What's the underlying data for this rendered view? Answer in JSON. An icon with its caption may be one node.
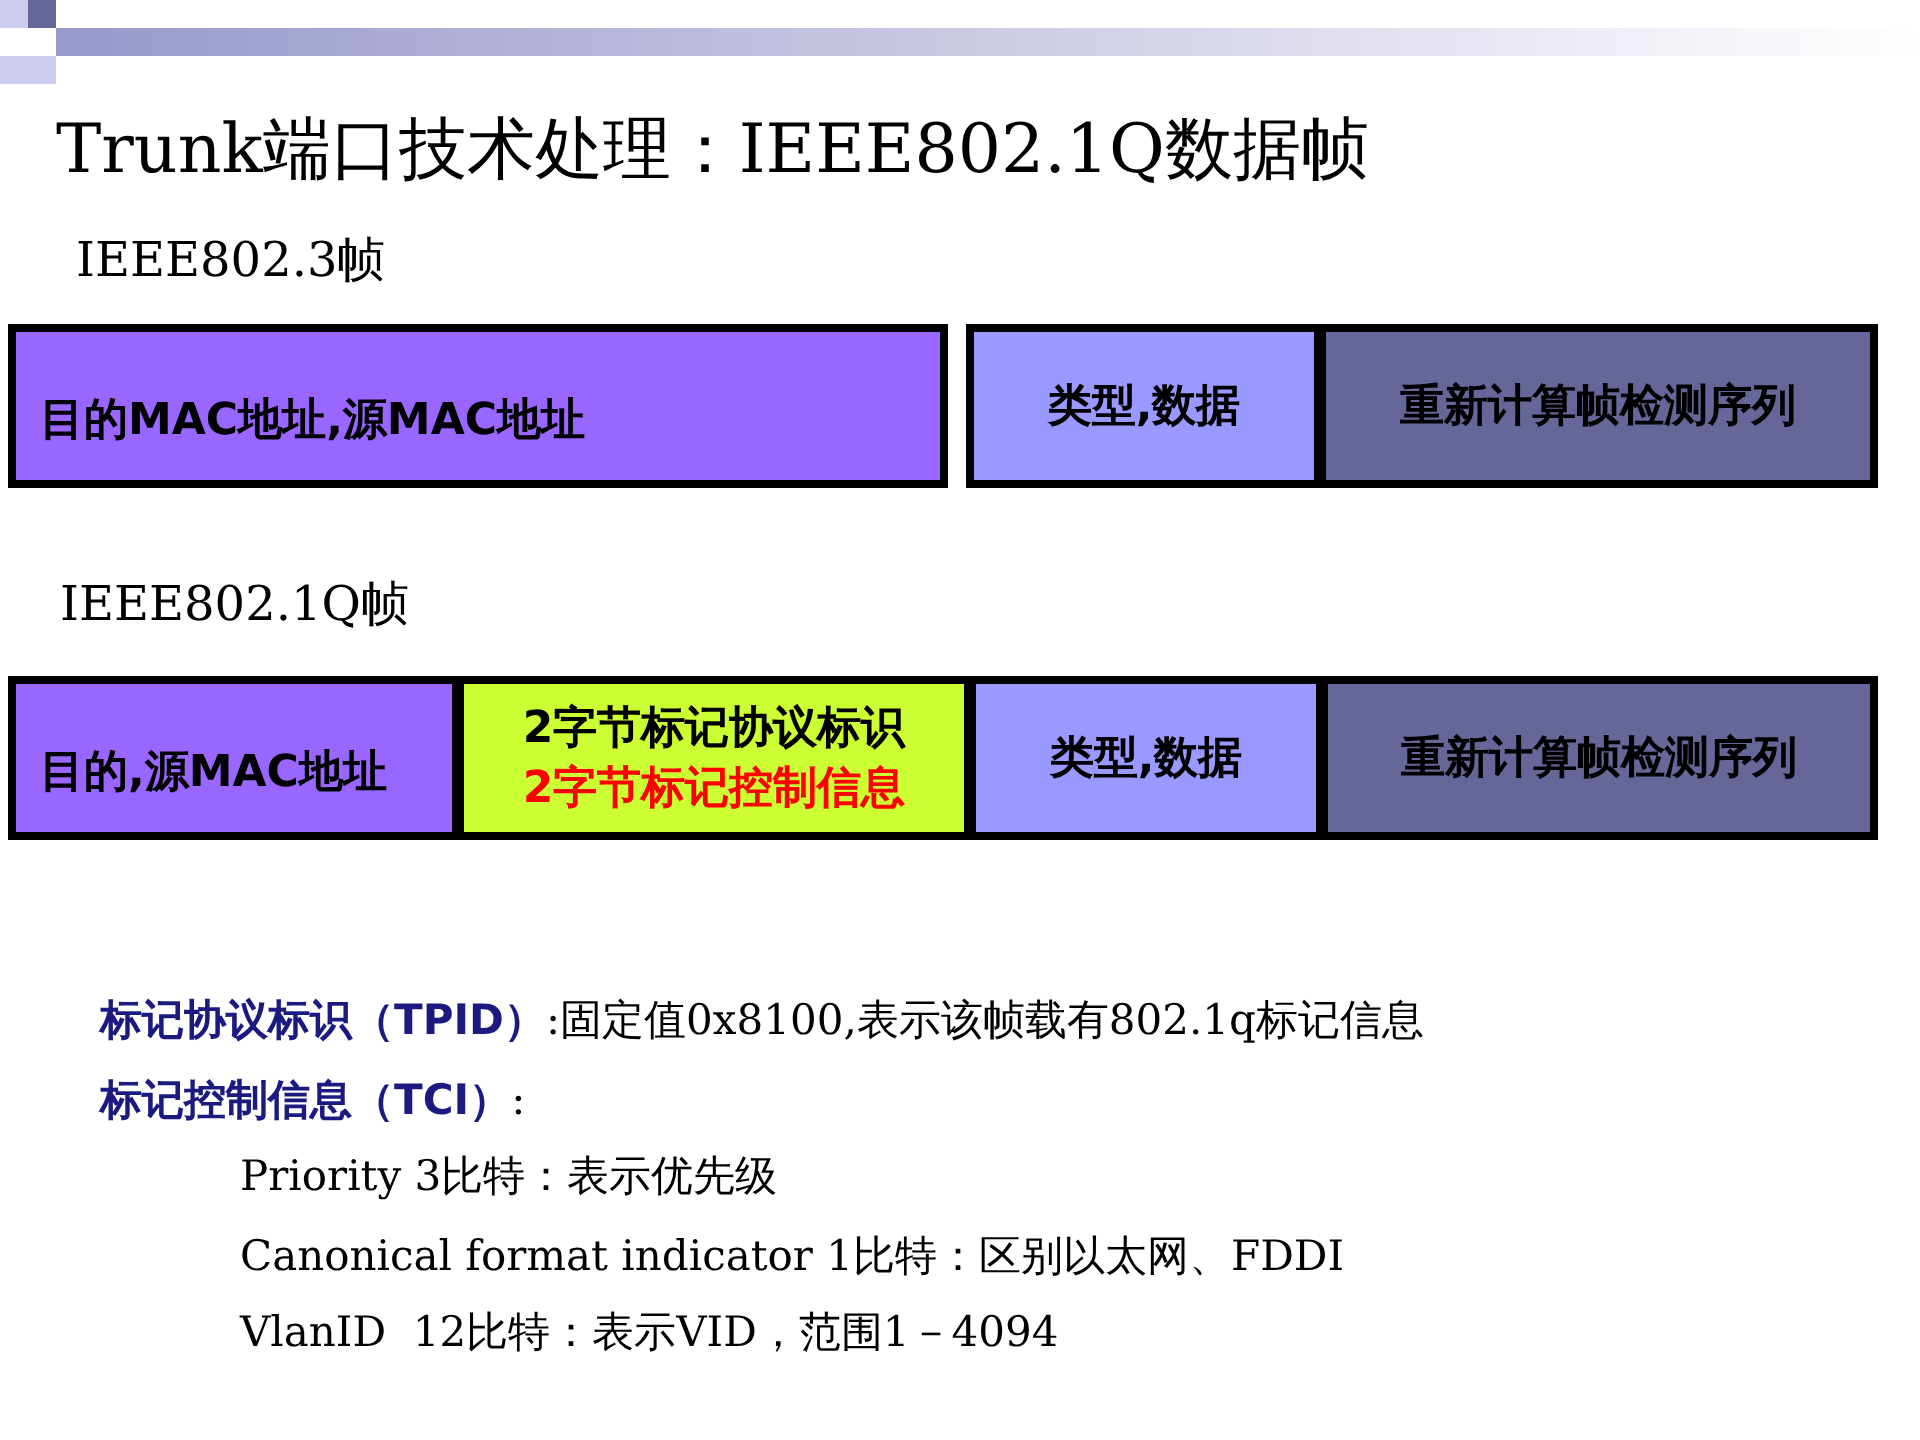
{
  "diagram": {
    "title": "Trunk端口技术处理：IEEE802.1Q数据帧",
    "nodes": [
      {
        "text": [
          "目的MAC地址,源MAC地址"
        ]
      },
      {
        "text": [
          "类型,数据"
        ]
      },
      {
        "text": [
          "重新计算帧检测序列"
        ]
      },
      {
        "text": [
          "目的,源MAC地址"
        ]
      },
      {
        "text": [
          "2字节标记协议标识",
          "2字节标记控制信息"
        ]
      },
      {
        "text": [
          "类型,数据"
        ]
      },
      {
        "text": [
          "重新计算帧检测序列"
        ]
      }
    ],
    "labels": [
      "IEEE802.3帧",
      "IEEE802.1Q帧",
      "**标记协议标识（TPID）**:固定值0x8100,表示该帧载有802.1q标记信息",
      "**标记控制信息（TCI）**:",
      "Priority 3比特：表示优先级",
      "Canonical format indicator 1比特：区别以太网、FDDI",
      "VlanID  12比特：表示VID，范围1－4094"
    ]
  }
}
